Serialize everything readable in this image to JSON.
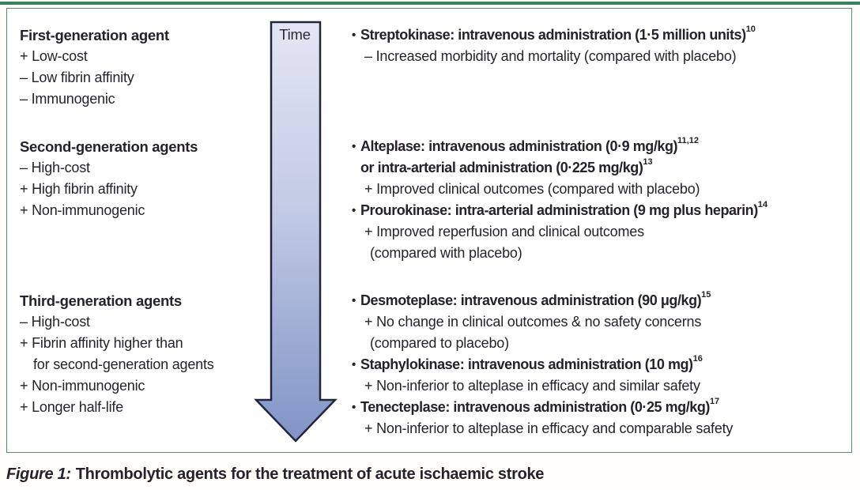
{
  "figure": {
    "time_label": "Time",
    "bullet_char": "•"
  },
  "caption": {
    "prefix": "Figure 1:",
    "text": "Thrombolytic agents for the treatment of acute ischaemic stroke"
  },
  "left": {
    "groups": [
      {
        "title": "First-generation agent",
        "lines": [
          "+ Low-cost",
          "– Low fibrin affinity",
          "– Immunogenic"
        ]
      },
      {
        "title": "Second-generation agents",
        "lines": [
          "– High-cost",
          "+ High fibrin affinity",
          "+ Non-immunogenic"
        ]
      },
      {
        "title": "Third-generation agents",
        "lines": [
          "– High-cost",
          "+ Fibrin affinity higher than",
          "for second-generation agents",
          "+ Non-immunogenic",
          "+ Longer half-life"
        ]
      }
    ]
  },
  "right": {
    "groups": [
      {
        "lines": [
          {
            "type": "drug",
            "text": "Streptokinase: intravenous administration (1·5 million units)",
            "sup": "10"
          },
          {
            "type": "note",
            "text": "– Increased morbidity and mortality (compared with placebo)"
          }
        ]
      },
      {
        "lines": [
          {
            "type": "drug",
            "text": "Alteplase: intravenous administration (0·9 mg/kg)",
            "sup": "11,12"
          },
          {
            "type": "drug-cont",
            "text": "or intra-arterial administration (0·225 mg/kg)",
            "sup": "13"
          },
          {
            "type": "note",
            "text": "+ Improved clinical outcomes (compared with placebo)"
          },
          {
            "type": "drug",
            "text": "Prourokinase: intra-arterial administration (9 mg plus heparin)",
            "sup": "14"
          },
          {
            "type": "note",
            "text": "+ Improved reperfusion and clinical outcomes"
          },
          {
            "type": "note-deep",
            "text": "(compared with placebo)"
          }
        ]
      },
      {
        "lines": [
          {
            "type": "drug",
            "text": "Desmoteplase: intravenous administration (90 μg/kg)",
            "sup": "15"
          },
          {
            "type": "note",
            "text": "+ No change in clinical outcomes & no safety concerns"
          },
          {
            "type": "note-deep",
            "text": "(compared to placebo)"
          },
          {
            "type": "drug",
            "text": "Staphylokinase: intravenous administration (10 mg)",
            "sup": "16"
          },
          {
            "type": "note",
            "text": "+ Non-inferior to alteplase in efficacy and similar safety"
          },
          {
            "type": "drug",
            "text": "Tenecteplase: intravenous administration (0·25 mg/kg)",
            "sup": "17"
          },
          {
            "type": "note",
            "text": "+ Non-inferior to alteplase in efficacy and comparable safety"
          }
        ]
      }
    ]
  },
  "colors": {
    "top_rule_green": "#35855c",
    "box_border_green": "#568a6f",
    "arrow_fill_top": "#e3e6f4",
    "arrow_fill_bottom": "#8094c6",
    "arrow_outline": "#23263b",
    "text": "#26222b"
  }
}
